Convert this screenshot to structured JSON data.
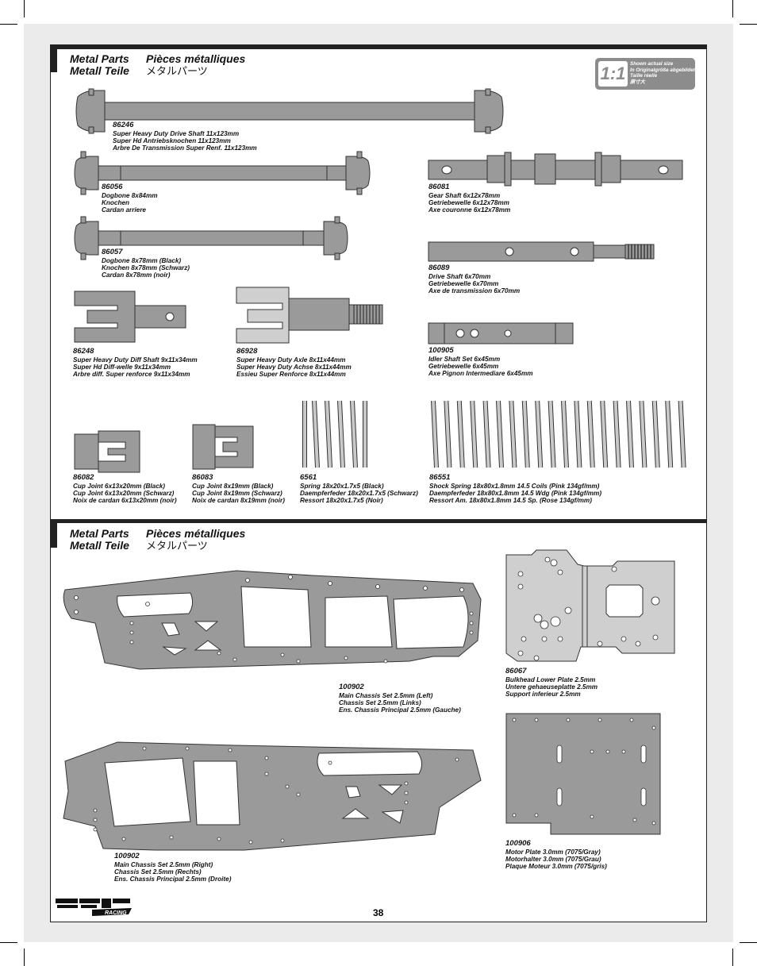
{
  "section1": {
    "title_en": "Metal Parts",
    "title_fr": "Pièces métalliques",
    "title_de": "Metall Teile",
    "title_jp": "メタルパーツ"
  },
  "section2": {
    "title_en": "Metal Parts",
    "title_fr": "Pièces métalliques",
    "title_de": "Metall Teile",
    "title_jp": "メタルパーツ"
  },
  "scale_badge": {
    "ratio": "1:1",
    "lines": [
      "Shown actual size",
      "In Originalgröße abgebildet",
      "Taille réelle",
      "原寸大"
    ]
  },
  "parts": [
    {
      "no": "86246",
      "lines": [
        "Super Heavy Duty Drive Shaft 11x123mm",
        "Super Hd Antriebsknochen 11x123mm",
        "Arbre De Transmission Super Renf. 11x123mm"
      ]
    },
    {
      "no": "86056",
      "lines": [
        "Dogbone 8x84mm",
        "Knochen",
        "Cardan arriere"
      ]
    },
    {
      "no": "86081",
      "lines": [
        "Gear Shaft 6x12x78mm",
        "Getriebewelle 6x12x78mm",
        "Axe couronne 6x12x78mm"
      ]
    },
    {
      "no": "86057",
      "lines": [
        "Dogbone 8x78mm (Black)",
        "Knochen 8x78mm (Schwarz)",
        "Cardan 8x78mm (noir)"
      ]
    },
    {
      "no": "86089",
      "lines": [
        "Drive Shaft 6x70mm",
        "Getriebewelle 6x70mm",
        "Axe de transmission 6x70mm"
      ]
    },
    {
      "no": "86248",
      "lines": [
        "Super Heavy Duty Diff Shaft 9x11x34mm",
        "Super Hd Diff-welle 9x11x34mm",
        "Arbre diff. Super renforce 9x11x34mm"
      ]
    },
    {
      "no": "86928",
      "lines": [
        "Super Heavy Duty Axle 8x11x44mm",
        "Super Heavy Duty Achse 8x11x44mm",
        "Essieu Super Renforce 8x11x44mm"
      ]
    },
    {
      "no": "100905",
      "lines": [
        "Idler Shaft Set 6x45mm",
        "Getriebewelle 6x45mm",
        "Axe Pignon Intermediare 6x45mm"
      ]
    },
    {
      "no": "86082",
      "lines": [
        "Cup Joint 6x13x20mm (Black)",
        "Cup Joint 6x13x20mm (Schwarz)",
        "Noix de cardan 6x13x20mm (noir)"
      ]
    },
    {
      "no": "86083",
      "lines": [
        "Cup Joint 8x19mm (Black)",
        "Cup Joint 8x19mm (Schwarz)",
        "Noix de cardan 8x19mm (noir)"
      ]
    },
    {
      "no": "6561",
      "lines": [
        "Spring 18x20x1.7x5 (Black)",
        "Daempferfeder 18x20x1.7x5 (Schwarz)",
        "Ressort 18x20x1.7x5 (Noir)"
      ]
    },
    {
      "no": "86551",
      "lines": [
        "Shock Spring 18x80x1.8mm 14.5 Coils (Pink 134gf/mm)",
        "Daempferfeder 18x80x1.8mm 14.5 Wdg (Pink 134gf/mm)",
        "Ressort Am. 18x80x1.8mm 14.5 Sp. (Rose 134gf/mm)"
      ]
    },
    {
      "no": "100902",
      "lines": [
        "Main Chassis Set 2.5mm (Left)",
        "Chassis Set 2.5mm (Links)",
        "Ens. Chassis Principal 2.5mm (Gauche)"
      ]
    },
    {
      "no": "86067",
      "lines": [
        "Bulkhead Lower Plate 2.5mm",
        "Untere gehaeuseplatte 2.5mm",
        "Support inferieur 2.5mm"
      ]
    },
    {
      "no": "100906",
      "lines": [
        "Motor Plate 3.0mm (7075/Gray)",
        "Motorhalter 3.0mm (7075/Grau)",
        "Plaque Moteur 3.0mm (7075/gris)"
      ]
    },
    {
      "no": "100902",
      "lines": [
        "Main Chassis Set 2.5mm (Right)",
        "Chassis Set 2.5mm (Rechts)",
        "Ens. Chassis Principal 2.5mm (Droite)"
      ]
    }
  ],
  "page_number": "38",
  "logo": "HPI RACING"
}
